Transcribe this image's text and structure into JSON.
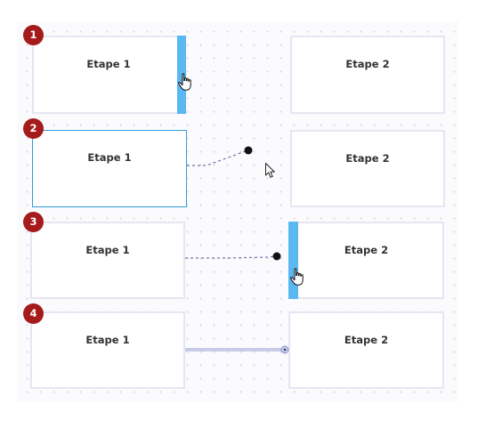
{
  "colors": {
    "badge": "#a51a1a",
    "handle": "#5ab7f2",
    "node_border": "#e6e6f3",
    "selected_border": "#2f9ed8",
    "edge_dashed": "#6e76b0",
    "edge_solid": "#c6cbe9"
  },
  "steps": [
    {
      "badge": "1",
      "source_label": "Etape 1",
      "target_label": "Etape 2",
      "cursor": "hand-pointer-icon"
    },
    {
      "badge": "2",
      "source_label": "Etape 1",
      "target_label": "Etape 2",
      "cursor": "arrow-pointer-icon"
    },
    {
      "badge": "3",
      "source_label": "Etape 1",
      "target_label": "Etape 2",
      "cursor": "hand-pointer-icon"
    },
    {
      "badge": "4",
      "source_label": "Etape 1",
      "target_label": "Etape 2",
      "cursor": ""
    }
  ]
}
